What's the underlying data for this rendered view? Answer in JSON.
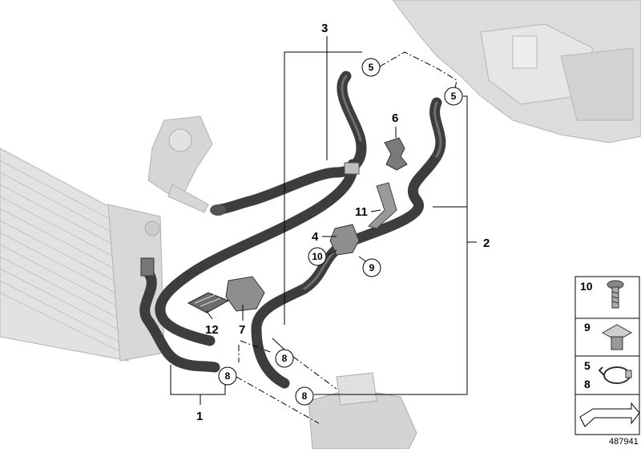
{
  "callouts": {
    "c1": "1",
    "c2": "2",
    "c3": "3",
    "c4": "4",
    "c6": "6",
    "c7": "7",
    "c11": "11",
    "c12": "12"
  },
  "circled": {
    "k5a": "5",
    "k5b": "5",
    "k8a": "8",
    "k8b": "8",
    "k8c": "8",
    "k9": "9",
    "k10": "10"
  },
  "legend": {
    "row1": "10",
    "row2": "9",
    "row3a": "5",
    "row3b": "8"
  },
  "reference_number": "487941",
  "colors": {
    "hose": "#3d3d3d",
    "hose_highlight": "#6e6e6e",
    "ghost_part": "#cfcfcf",
    "bracket": "#8c8c8c",
    "line": "#000000"
  }
}
